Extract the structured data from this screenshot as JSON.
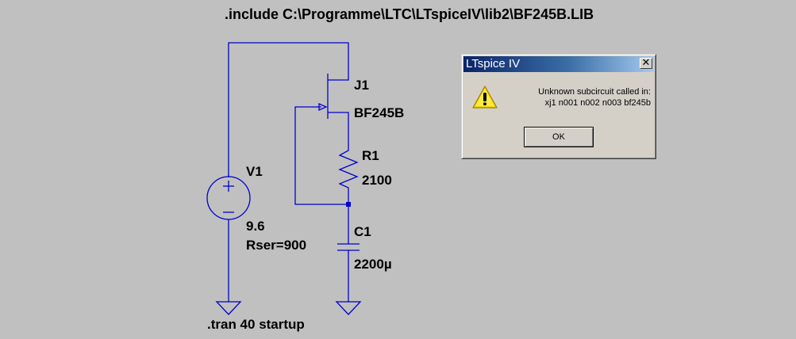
{
  "schematic": {
    "directive_include": ".include C:\\Programme\\LTC\\LTspiceIV\\lib2\\BF245B.LIB",
    "directive_tran": ".tran 40 startup",
    "components": {
      "j1": {
        "name": "J1",
        "value": "BF245B"
      },
      "r1": {
        "name": "R1",
        "value": "2100"
      },
      "c1": {
        "name": "C1",
        "value": "2200µ"
      },
      "v1": {
        "name": "V1",
        "value": "9.6",
        "param": "Rser=900"
      }
    },
    "colors": {
      "wire": "#0000cc",
      "background": "#c0c0c0",
      "text": "#000000"
    }
  },
  "dialog": {
    "title": "LTspice IV",
    "close_label": "✕",
    "message_line1": "Unknown subcircuit called in:",
    "message_line2": "xj1 n001 n002 n003 bf245b",
    "ok_label": "OK",
    "icon": "warning-icon"
  }
}
